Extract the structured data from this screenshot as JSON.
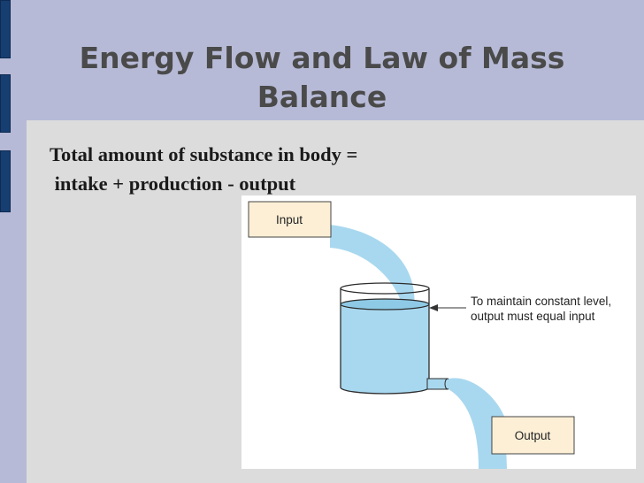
{
  "slide": {
    "title_lines": [
      "Energy Flow and Law of Mass",
      "Balance"
    ],
    "body_lines": [
      "Total amount of substance in body =",
      " intake + production - output"
    ]
  },
  "diagram": {
    "input_label": "Input",
    "output_label": "Output",
    "note_lines": [
      "To maintain constant level,",
      "output must equal input"
    ]
  },
  "colors": {
    "background": "#b6bad6",
    "accent_bar": "#173e71",
    "content_panel": "#dcdcdc",
    "water": "#a8d8ef",
    "label_box": "#fcefd6"
  }
}
